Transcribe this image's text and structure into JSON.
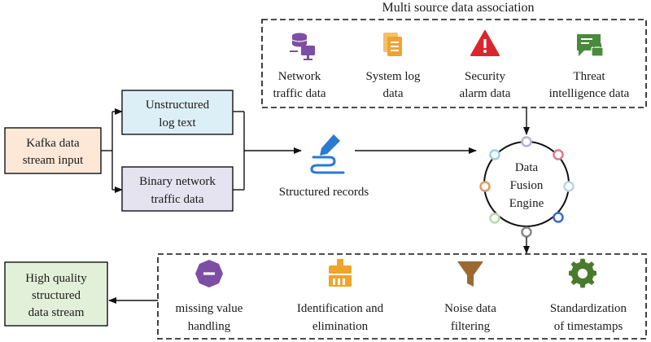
{
  "title": "Multi source data association",
  "input": {
    "line1": "Kafka data",
    "line2": "stream input"
  },
  "branches": {
    "unstructured": {
      "line1": "Unstructured",
      "line2": "log text"
    },
    "binary": {
      "line1": "Binary network",
      "line2": "traffic data"
    }
  },
  "structured_records": "Structured records",
  "sources": [
    {
      "line1": "Network",
      "line2": "traffic data",
      "icon": "network-traffic-icon",
      "color": "#7d4ea3"
    },
    {
      "line1": "System log",
      "line2": "data",
      "icon": "document-stack-icon",
      "color": "#f0a42c"
    },
    {
      "line1": "Security",
      "line2": "alarm data",
      "icon": "alarm-warning-icon",
      "color": "#d9262c"
    },
    {
      "line1": "Threat",
      "line2": "intelligence data",
      "icon": "threat-intel-icon",
      "color": "#4a8a3c"
    }
  ],
  "engine": {
    "line1": "Data",
    "line2": "Fusion",
    "line3": "Engine"
  },
  "processing": [
    {
      "line1": "missing value",
      "line2": "handling",
      "icon": "missing-value-icon",
      "color": "#7d4ea3"
    },
    {
      "line1": "Identification and",
      "line2": "elimination",
      "icon": "identification-icon",
      "color": "#f0a42c"
    },
    {
      "line1": "Noise data",
      "line2": "filtering",
      "icon": "filter-funnel-icon",
      "color": "#9a6a30"
    },
    {
      "line1": "Standardization",
      "line2": "of timestamps",
      "icon": "gear-icon",
      "color": "#4a7a2c"
    }
  ],
  "output": {
    "line1": "High quality",
    "line2": "structured",
    "line3": "data stream"
  }
}
